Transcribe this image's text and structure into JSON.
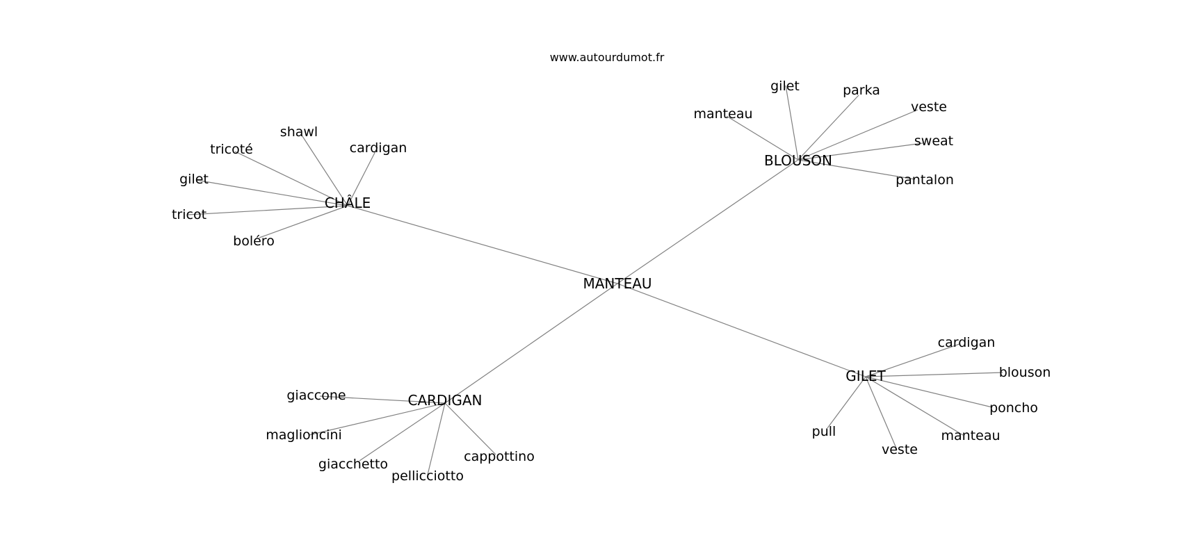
{
  "site": "www.autourdumot.fr",
  "center": {
    "id": "manteau",
    "label": "MANTEAU"
  },
  "clusters": [
    {
      "id": "chale",
      "label": "CHÂLE",
      "leaves": [
        "shawl",
        "cardigan",
        "tricoté",
        "gilet",
        "tricot",
        "boléro"
      ]
    },
    {
      "id": "blouson",
      "label": "BLOUSON",
      "leaves": [
        "gilet",
        "parka",
        "veste",
        "manteau",
        "sweat",
        "pantalon"
      ]
    },
    {
      "id": "cardigan",
      "label": "CARDIGAN",
      "leaves": [
        "giaccone",
        "maglioncini",
        "giacchetto",
        "pellicciotto",
        "cappottino"
      ]
    },
    {
      "id": "gilet",
      "label": "GILET",
      "leaves": [
        "cardigan",
        "blouson",
        "poncho",
        "manteau",
        "veste",
        "pull"
      ]
    }
  ]
}
